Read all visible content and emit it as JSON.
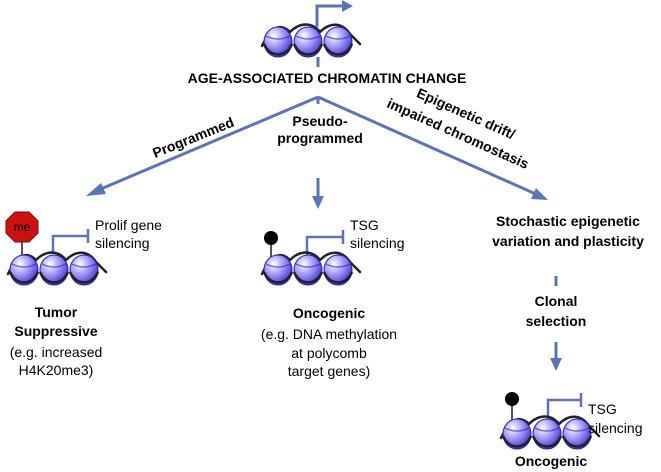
{
  "colors": {
    "arrow": "#5b74b6",
    "nucleosome": "#4a3ee0",
    "dna": "#222222",
    "me_badge": "#cc1111",
    "methyl": "#000000"
  },
  "top": {
    "heading": "AGE-ASSOCIATED CHROMATIN CHANGE"
  },
  "branches": {
    "programmed": {
      "label": "Programmed"
    },
    "pseudo": {
      "label_line1": "Pseudo-",
      "label_line2": "programmed"
    },
    "drift": {
      "label_line1": "Epigenetic drift/",
      "label_line2": "impaired chromostasis"
    }
  },
  "left": {
    "me_label": "me",
    "gene_line1": "Prolif gene",
    "gene_line2": "silencing",
    "title_line1": "Tumor",
    "title_line2": "Suppressive",
    "detail_line1": "(e.g. increased",
    "detail_line2": "H4K20me3)"
  },
  "middle": {
    "gene_line1": "TSG",
    "gene_line2": "silencing",
    "title": "Oncogenic",
    "detail_line1": "(e.g. DNA methylation",
    "detail_line2": "at polycomb",
    "detail_line3": "target genes)"
  },
  "right": {
    "stochastic_line1": "Stochastic epigenetic",
    "stochastic_line2": "variation and plasticity",
    "clonal_line1": "Clonal",
    "clonal_line2": "selection",
    "gene_line1": "TSG",
    "gene_line2": "silencing",
    "title": "Oncogenic"
  }
}
